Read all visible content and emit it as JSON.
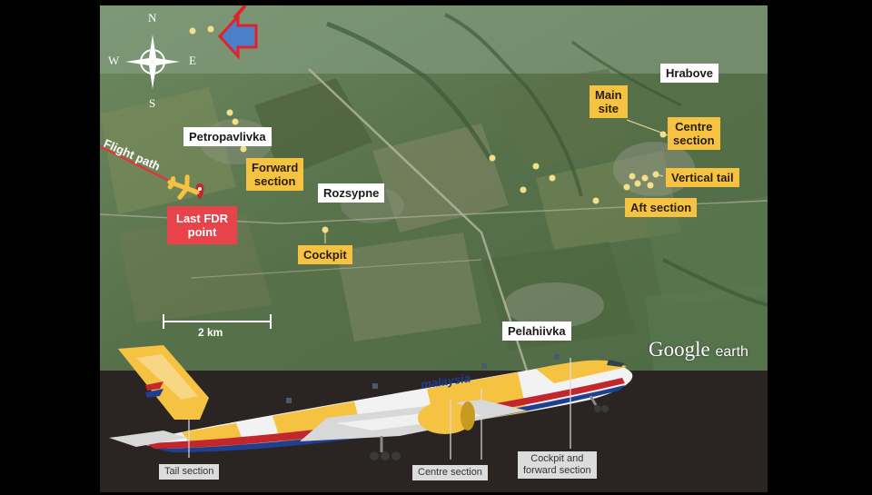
{
  "compass": {
    "north": "N",
    "south": "S",
    "east": "E",
    "west": "W"
  },
  "places": {
    "hrabove": "Hrabove",
    "petropavlivka": "Petropavlivka",
    "rozsypne": "Rozsypne",
    "pelahiivka": "Pelahiivka"
  },
  "debris": {
    "main_site_line1": "Main",
    "main_site_line2": "site",
    "centre_line1": "Centre",
    "centre_line2": "section",
    "vertical_tail": "Vertical tail",
    "forward_line1": "Forward",
    "forward_line2": "section",
    "aft": "Aft section",
    "cockpit": "Cockpit"
  },
  "fdr": {
    "line1": "Last FDR",
    "line2": "point"
  },
  "flight_path": "Flight path",
  "scale": "2 km",
  "brand": {
    "name": "Google",
    "suffix": "earth"
  },
  "aircraft": {
    "livery": "malaysia",
    "tail_section": "Tail section",
    "centre_section": "Centre section",
    "cockpit_line1": "Cockpit and",
    "cockpit_line2": "forward section"
  },
  "colors": {
    "label_yellow": "#f5c242",
    "fdr_red": "#e8434a",
    "arrow_blue": "#4b7fc8",
    "arrow_red": "#e0222a"
  }
}
